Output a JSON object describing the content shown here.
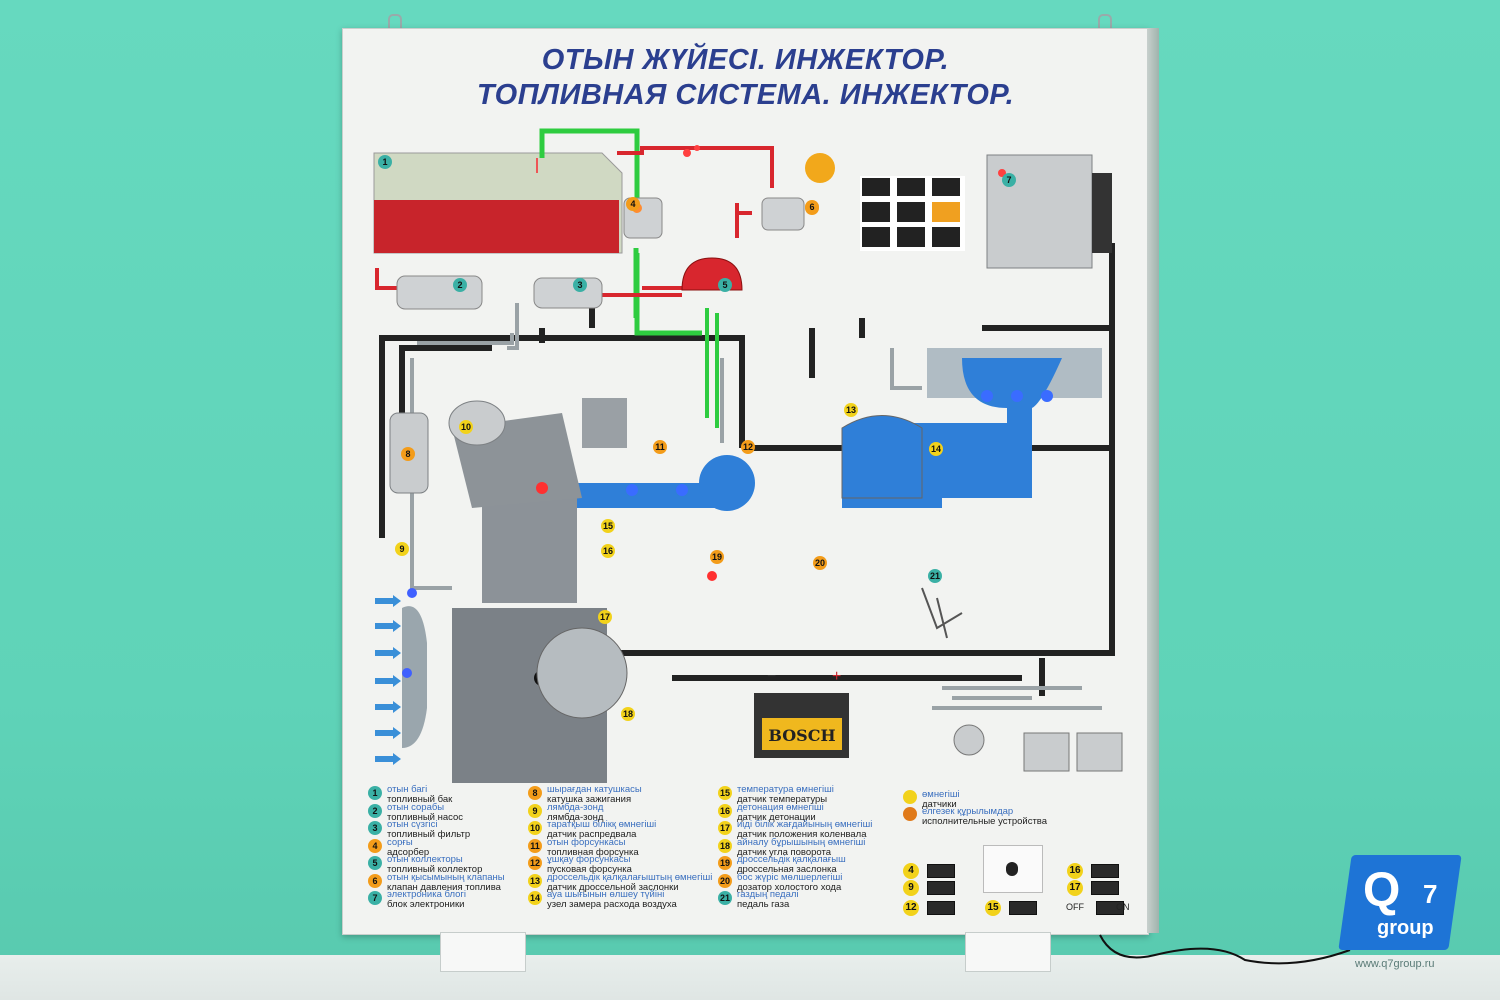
{
  "title": {
    "line1": "ОТЫН ЖҮЙЕСІ. ИНЖЕКТОР.",
    "line2": "ТОПЛИВНАЯ СИСТЕМА. ИНЖЕКТОР."
  },
  "battery": {
    "brand": "BOSCH",
    "minus": "−",
    "plus": "+"
  },
  "legend": [
    {
      "num": "1",
      "kz": "отын багі",
      "ru": "топливный бак",
      "color": "#3ab0a5"
    },
    {
      "num": "2",
      "kz": "отын сорабы",
      "ru": "топливный насос",
      "color": "#3ab0a5"
    },
    {
      "num": "3",
      "kz": "отын сүзгісі",
      "ru": "топливный фильтр",
      "color": "#3ab0a5"
    },
    {
      "num": "4",
      "kz": "сорғы",
      "ru": "адсорбер",
      "color": "#f39c1a"
    },
    {
      "num": "5",
      "kz": "отын коллекторы",
      "ru": "топливный коллектор",
      "color": "#3ab0a5"
    },
    {
      "num": "6",
      "kz": "отын қысымының клапаны",
      "ru": "клапан давления топлива",
      "color": "#f39c1a"
    },
    {
      "num": "7",
      "kz": "электроника блогі",
      "ru": "блок электроники",
      "color": "#3ab0a5"
    },
    {
      "num": "8",
      "kz": "шырағдан катушкасы",
      "ru": "катушка зажигания",
      "color": "#f39c1a"
    },
    {
      "num": "9",
      "kz": "лямбда-зонд",
      "ru": "лямбда-зонд",
      "color": "#f2d21b"
    },
    {
      "num": "10",
      "kz": "таратқыш білікқ өмнегіші",
      "ru": "датчик распредвала",
      "color": "#f2d21b"
    },
    {
      "num": "11",
      "kz": "отын форсункасы",
      "ru": "топливная форсунка",
      "color": "#f39c1a"
    },
    {
      "num": "12",
      "kz": "ұшқау форсункасы",
      "ru": "пусковая форсунка",
      "color": "#f39c1a"
    },
    {
      "num": "13",
      "kz": "дроссельдік қалқалағыштың өмнегіші",
      "ru": "датчик дроссельной заслонки",
      "color": "#f2d21b"
    },
    {
      "num": "14",
      "kz": "ауа шығынын өлшеу түйіні",
      "ru": "узел замера расхода воздуха",
      "color": "#f2d21b"
    },
    {
      "num": "15",
      "kz": "температура өмнегіші",
      "ru": "датчик температуры",
      "color": "#f2d21b"
    },
    {
      "num": "16",
      "kz": "детонация өмнегіші",
      "ru": "датчик детонации",
      "color": "#f2d21b"
    },
    {
      "num": "17",
      "kz": "иіді білік жағдайының өмнегіші",
      "ru": "датчик положения коленвала",
      "color": "#f2d21b"
    },
    {
      "num": "18",
      "kz": "айналу бұрышының өмнегіші",
      "ru": "датчик угла поворота",
      "color": "#f2d21b"
    },
    {
      "num": "19",
      "kz": "дроссельдік қалқалағыш",
      "ru": "дроссельная заслонка",
      "color": "#f39c1a"
    },
    {
      "num": "20",
      "kz": "бос жүріс мөлшерлегіші",
      "ru": "дозатор холостого хода",
      "color": "#f39c1a"
    },
    {
      "num": "21",
      "kz": "газдың педалі",
      "ru": "педаль газа",
      "color": "#3ab0a5"
    }
  ],
  "key": [
    {
      "kz": "өмнегіші",
      "ru": "датчики",
      "color": "#f2d21b"
    },
    {
      "kz": "елгезек құрылымдар",
      "ru": "исполнительные устройства",
      "color": "#e07a1a"
    }
  ],
  "indicators": {
    "left": [
      "4",
      "9",
      "12"
    ],
    "bottom": "15",
    "right": [
      "16",
      "17"
    ],
    "off": "OFF",
    "on": "ON"
  },
  "badges": [
    "1",
    "2",
    "3",
    "4",
    "5",
    "6",
    "7",
    "8",
    "9",
    "10",
    "11",
    "12",
    "13",
    "14",
    "15",
    "16",
    "17",
    "18",
    "19",
    "20",
    "21"
  ],
  "watermark": {
    "q": "Q",
    "seven": "7",
    "group": "group",
    "site": "www.q7group.ru"
  },
  "colors": {
    "title": "#2b3f8f",
    "tank_fuel": "#c8242b",
    "wall": "#5fd3b8",
    "air_duct": "#2f7fd8",
    "logo": "#1e74d6"
  }
}
